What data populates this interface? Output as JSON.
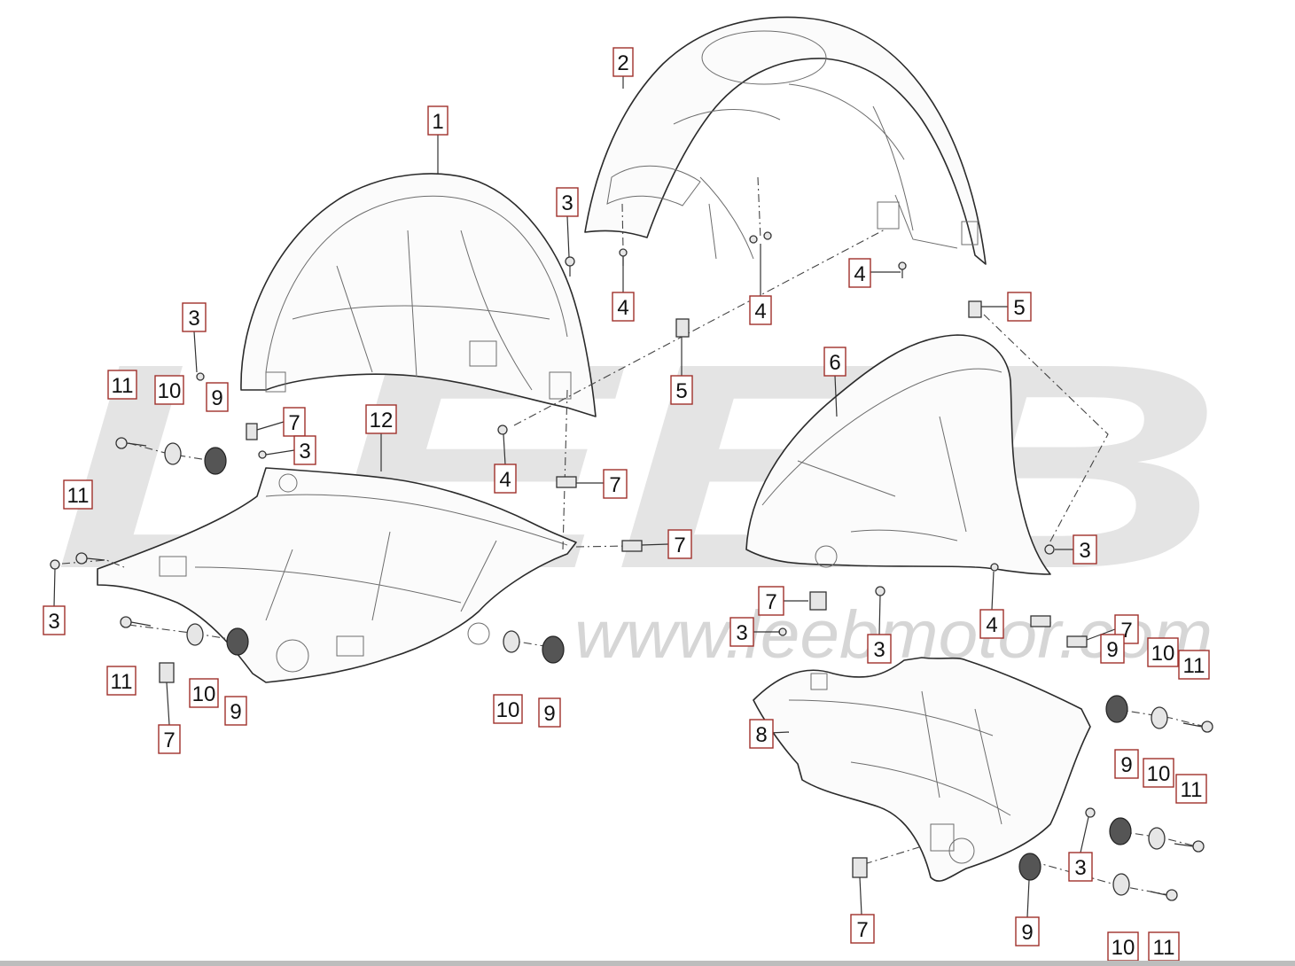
{
  "watermark": {
    "logo": "LEEB",
    "url": "www.leebmotor.com"
  },
  "callouts": [
    "1",
    "2",
    "3",
    "4",
    "5",
    "6",
    "7",
    "8",
    "9",
    "10",
    "11",
    "12"
  ],
  "colors": {
    "callout_border": "#a0302b",
    "line": "#2b2b2b",
    "watermark": "#e4e4e4"
  }
}
